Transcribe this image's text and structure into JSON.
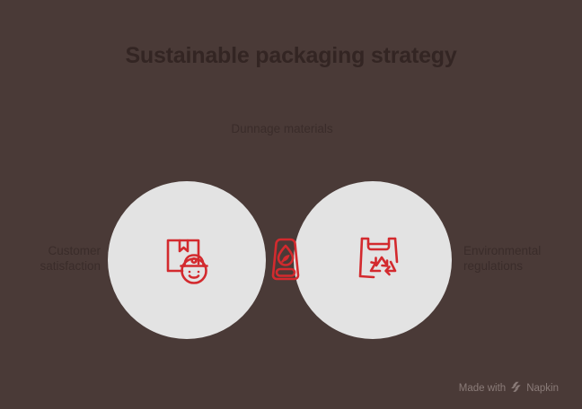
{
  "diagram": {
    "type": "venn",
    "title": "Sustainable packaging strategy",
    "sets": [
      {
        "id": "left",
        "label": "Customer satisfaction",
        "label_line1": "Customer",
        "label_line2": "satisfaction",
        "icon": "delivery-box-courier-icon"
      },
      {
        "id": "right",
        "label": "Environmental regulations",
        "label_line1": "Environmental",
        "label_line2": "regulations",
        "icon": "recycling-bag-icon"
      }
    ],
    "intersection": {
      "id": "overlap",
      "label": "Dunnage materials",
      "icon": "eco-droplet-package-icon"
    }
  },
  "colors": {
    "background": "#4a3a37",
    "circle_fill": "#e3e3e3",
    "circle_stroke": "#2a2320",
    "title_text": "#332523",
    "label_text": "#3a2c2a",
    "icon_accent": "#d32a2e",
    "footer_text": "#8a7b78"
  },
  "footer": {
    "made_with": "Made with",
    "brand": "Napkin",
    "brand_mark": "napkin-logo-icon"
  }
}
